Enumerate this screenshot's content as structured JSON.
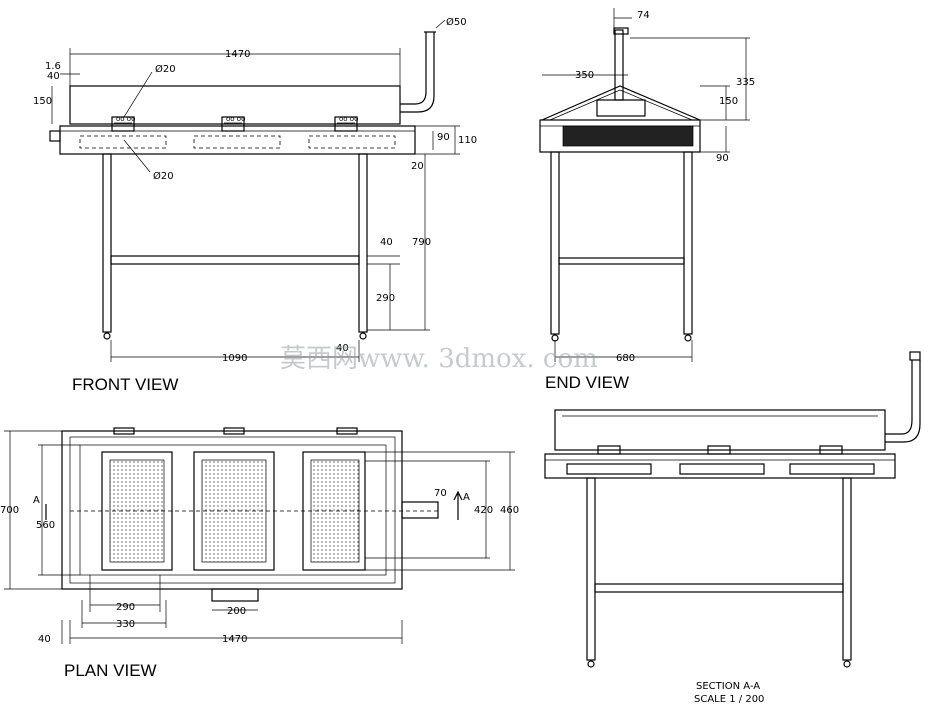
{
  "views": {
    "front": "FRONT VIEW",
    "end": "END VIEW",
    "plan": "PLAN VIEW",
    "section_title": "SECTION A-A",
    "section_scale": "SCALE 1 / 200"
  },
  "watermark": "莫西网www. 3dmox. com",
  "front_dims": {
    "d1470": "1470",
    "d1_6": "1.6",
    "d40": "40",
    "d150": "150",
    "dia20_top": "Ø20",
    "dia20_bottom": "Ø20",
    "dia50": "Ø50",
    "d90": "90",
    "d110": "110",
    "d20": "20",
    "d40_mid": "40",
    "d790": "790",
    "d290": "290",
    "d1090": "1090",
    "d40_b": "40"
  },
  "end_dims": {
    "d74": "74",
    "d350": "350",
    "d335": "335",
    "d150": "150",
    "d90": "90",
    "d680": "680"
  },
  "plan_dims": {
    "d700": "700",
    "d560": "560",
    "sectionA_left": "A",
    "sectionA_right": "A",
    "d70": "70",
    "d420": "420",
    "d460": "460",
    "d290": "290",
    "d330": "330",
    "d200": "200",
    "d40": "40",
    "d1470": "1470"
  }
}
